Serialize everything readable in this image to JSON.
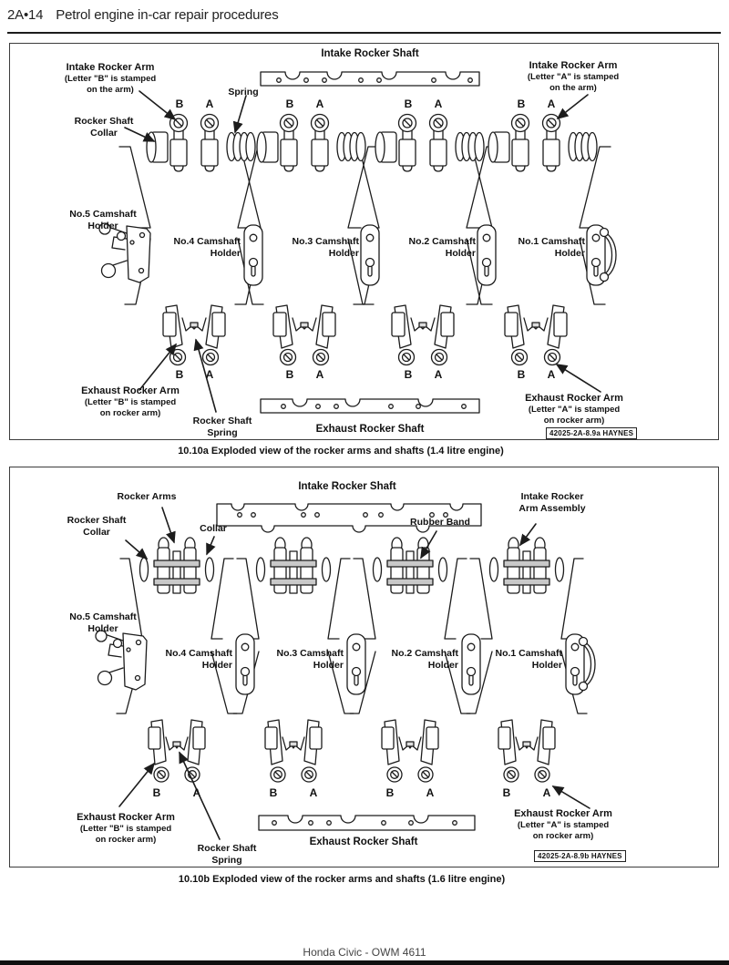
{
  "header": {
    "page_id": "2A•14",
    "title": "Petrol engine in-car repair procedures"
  },
  "footer": {
    "text": "Honda Civic - OWM 4611"
  },
  "letters": {
    "b": "B",
    "a": "A"
  },
  "fig_a": {
    "caption": "10.10a  Exploded view of the rocker arms and shafts (1.4 litre engine)",
    "stamp": "42025-2A-8.9a HAYNES",
    "intake_shaft": "Intake Rocker Shaft",
    "exhaust_shaft": "Exhaust Rocker Shaft",
    "intake_arm_b_title": "Intake Rocker Arm",
    "intake_arm_b_sub": "(Letter \"B\" is stamped\non the arm)",
    "intake_arm_a_title": "Intake Rocker Arm",
    "intake_arm_a_sub": "(Letter \"A\" is stamped\non the arm)",
    "spring": "Spring",
    "rocker_shaft_collar": "Rocker Shaft\nCollar",
    "no5": "No.5 Camshaft\nHolder",
    "no4": "No.4 Camshaft\nHolder",
    "no3": "No.3 Camshaft\nHolder",
    "no2": "No.2 Camshaft\nHolder",
    "no1": "No.1 Camshaft\nHolder",
    "exhaust_arm_b_title": "Exhaust Rocker Arm",
    "exhaust_arm_b_sub": "(Letter \"B\" is stamped\non rocker arm)",
    "exhaust_arm_a_title": "Exhaust Rocker Arm",
    "exhaust_arm_a_sub": "(Letter \"A\" is stamped\non rocker arm)",
    "rocker_shaft_spring": "Rocker Shaft\nSpring"
  },
  "fig_b": {
    "caption": "10.10b  Exploded view of the rocker arms and shafts (1.6 litre engine)",
    "stamp": "42025-2A-8.9b HAYNES",
    "intake_shaft": "Intake Rocker Shaft",
    "exhaust_shaft": "Exhaust Rocker Shaft",
    "rocker_arms": "Rocker Arms",
    "rocker_shaft_collar": "Rocker Shaft\nCollar",
    "collar": "Collar",
    "rubber_band": "Rubber Band",
    "intake_assembly": "Intake Rocker\nArm Assembly",
    "no5": "No.5 Camshaft\nHolder",
    "no4": "No.4 Camshaft\nHolder",
    "no3": "No.3 Camshaft\nHolder",
    "no2": "No.2 Camshaft\nHolder",
    "no1": "No.1 Camshaft\nHolder",
    "exhaust_arm_b_title": "Exhaust Rocker Arm",
    "exhaust_arm_b_sub": "(Letter \"B\" is stamped\non rocker arm)",
    "exhaust_arm_a_title": "Exhaust Rocker Arm",
    "exhaust_arm_a_sub": "(Letter \"A\" is stamped\non rocker arm)",
    "rocker_shaft_spring": "Rocker Shaft\nSpring"
  }
}
